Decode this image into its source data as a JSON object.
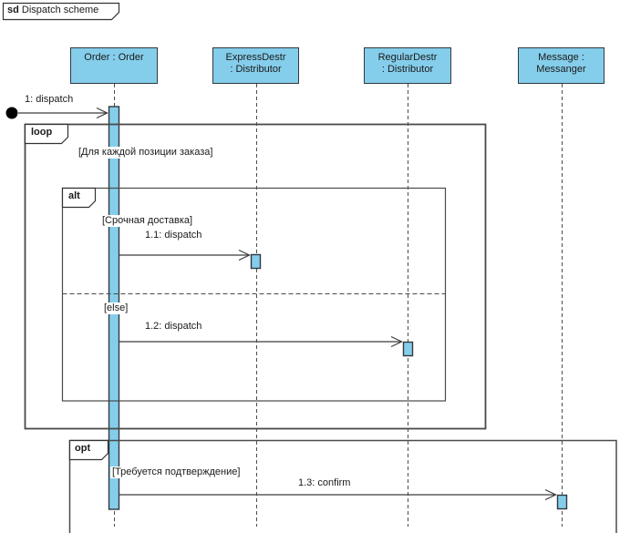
{
  "title": {
    "keyword": "sd",
    "name": "Dispatch scheme"
  },
  "lifelines": [
    {
      "name": "Order : Order",
      "line1": "Order : Order",
      "line2": ""
    },
    {
      "name": "ExpressDestr : Distributor",
      "line1": "ExpressDestr",
      "line2": ": Distributor"
    },
    {
      "name": "RegularDestr : Distributor",
      "line1": "RegularDestr",
      "line2": ": Distributor"
    },
    {
      "name": "Message : Messanger",
      "line1": "Message :",
      "line2": "Messanger"
    }
  ],
  "messages": [
    {
      "label": "1: dispatch",
      "from": "found",
      "to": "Order : Order",
      "kind": "found-async"
    },
    {
      "label": "1.1: dispatch",
      "from": "Order : Order",
      "to": "ExpressDestr : Distributor",
      "kind": "async"
    },
    {
      "label": "1.2: dispatch",
      "from": "Order : Order",
      "to": "RegularDestr : Distributor",
      "kind": "async"
    },
    {
      "label": "1.3: confirm",
      "from": "Order : Order",
      "to": "Message : Messanger",
      "kind": "async"
    }
  ],
  "fragments": {
    "loop": {
      "keyword": "loop",
      "guard": "[Для каждой позиции заказа]"
    },
    "alt": {
      "keyword": "alt",
      "guard_then": "[Срочная доставка]",
      "guard_else": "[else]"
    },
    "opt": {
      "keyword": "opt",
      "guard": "[Требуется подтверждение]"
    }
  },
  "colors": {
    "element-fill": "#85ceeb",
    "element-border": "#333840",
    "frame-line": "#4a4a4a",
    "message-line": "#3c3c3c",
    "lifeline-line": "#4c4c4c",
    "text": "#1a1a1a"
  }
}
